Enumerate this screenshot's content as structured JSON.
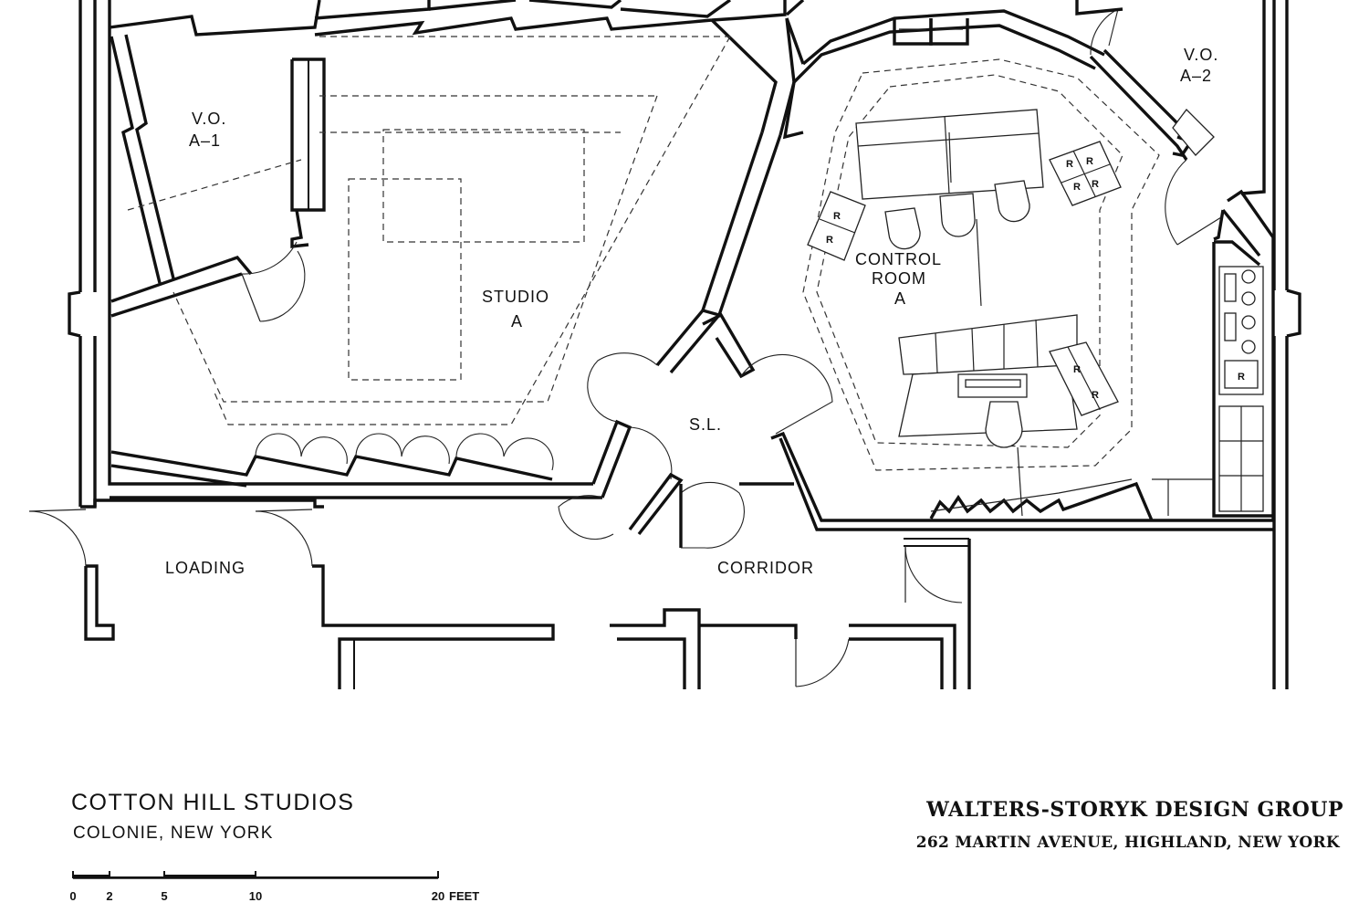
{
  "rooms": {
    "vo_a1": {
      "line1": "V.O.",
      "line2": "A–1"
    },
    "vo_a2": {
      "line1": "V.O.",
      "line2": "A–2"
    },
    "studio_a": {
      "line1": "STUDIO",
      "line2": "A"
    },
    "control_room_a": {
      "line1": "CONTROL",
      "line2": "ROOM",
      "line3": "A"
    },
    "sl": "S.L.",
    "loading": "LOADING",
    "corridor": "CORRIDOR"
  },
  "rack_mark": "R",
  "title_block": {
    "project_name": "COTTON HILL STUDIOS",
    "project_location": "COLONIE, NEW YORK",
    "firm_name": "WALTERS-STORYK DESIGN GROUP",
    "firm_address": "262 MARTIN AVENUE, HIGHLAND, NEW YORK"
  },
  "scale_bar": {
    "ticks": [
      "0",
      "2",
      "5",
      "10",
      "20"
    ],
    "tick_values": [
      0,
      2,
      5,
      10,
      20
    ],
    "unit": "FEET"
  }
}
